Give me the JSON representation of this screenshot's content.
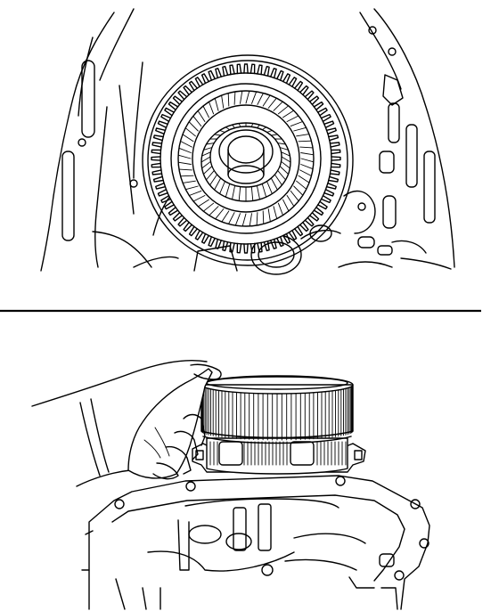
{
  "figure": {
    "background": "#ffffff",
    "line_color": "#000000",
    "panels": [
      {
        "id": "top",
        "subject": "ring-gear-in-transaxle-case"
      },
      {
        "id": "bottom",
        "subject": "hand-lifting-clutch-drum-from-case"
      }
    ]
  },
  "drawing": {
    "outer_teeth": 80,
    "spline_teeth": 40,
    "drum_splines": 50
  }
}
